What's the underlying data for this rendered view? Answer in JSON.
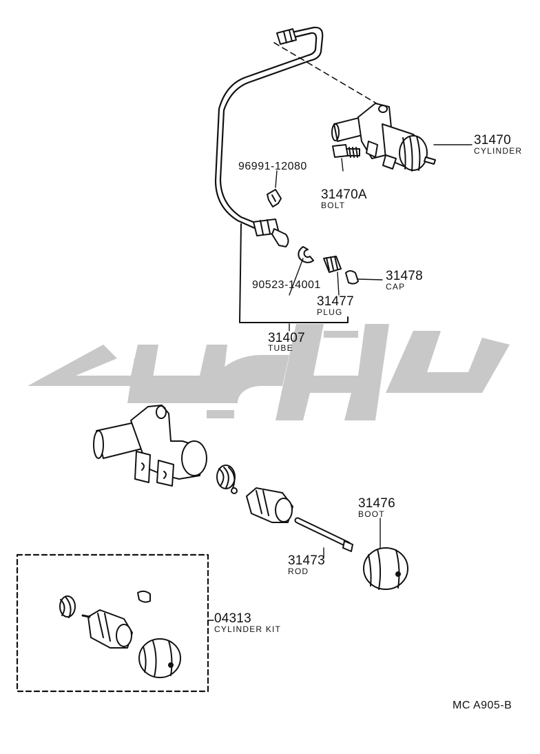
{
  "parts": [
    {
      "id": "cylinder",
      "number": "31470",
      "name": "CYLINDER"
    },
    {
      "id": "bolt",
      "number": "31470A",
      "name": "BOLT"
    },
    {
      "id": "clip",
      "number": "96991-12080",
      "name": ""
    },
    {
      "id": "snap-ring",
      "number": "90523-14001",
      "name": ""
    },
    {
      "id": "cap",
      "number": "31478",
      "name": "CAP"
    },
    {
      "id": "plug",
      "number": "31477",
      "name": "PLUG"
    },
    {
      "id": "tube",
      "number": "31407",
      "name": "TUBE"
    },
    {
      "id": "boot",
      "number": "31476",
      "name": "BOOT"
    },
    {
      "id": "rod",
      "number": "31473",
      "name": "ROD"
    },
    {
      "id": "cylinder-kit",
      "number": "04313",
      "name": "CYLINDER KIT"
    }
  ],
  "diagram_code": "MC  A905-B",
  "watermark_color": "#c8c8c8",
  "line_color": "#111111"
}
